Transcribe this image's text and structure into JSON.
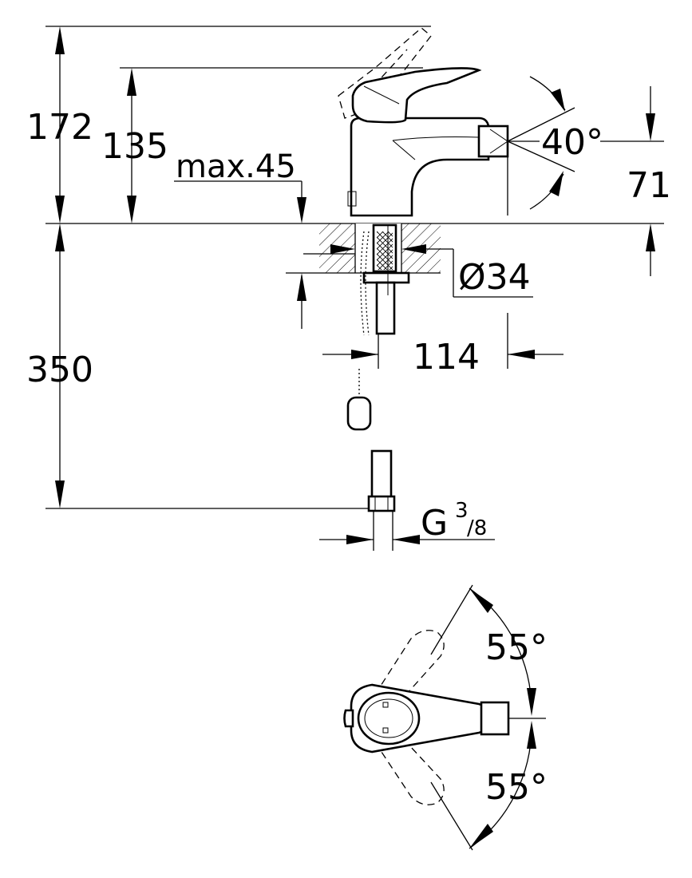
{
  "dimensions": {
    "height_172": "172",
    "height_135": "135",
    "max_45": "max.45",
    "angle_40": "40°",
    "height_71": "71",
    "diameter_34": "Ø34",
    "length_350": "350",
    "reach_114": "114",
    "thread_main": "G",
    "thread_num": "3",
    "thread_den": "/8",
    "angle_55_top": "55°",
    "angle_55_bottom": "55°"
  },
  "colors": {
    "line": "#000000",
    "background": "#ffffff"
  }
}
